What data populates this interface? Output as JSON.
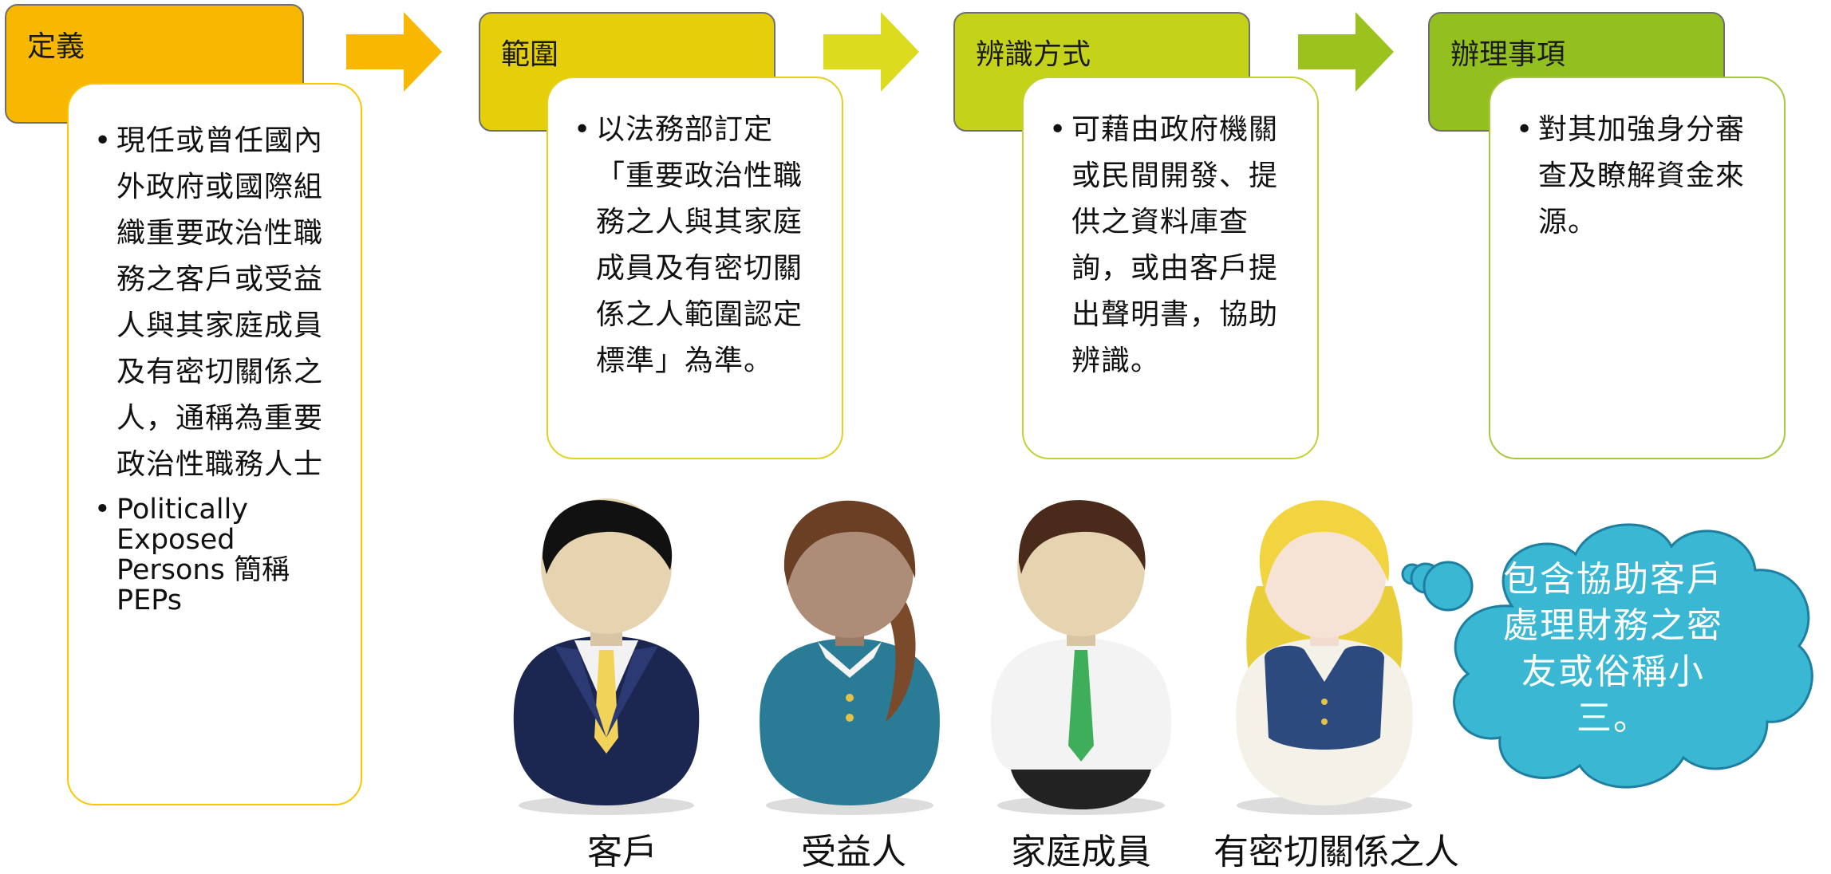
{
  "steps": [
    {
      "title": "定義",
      "color": "#F9B800",
      "border": "#F9C700",
      "bullets": [
        "現任或曾任國內外政府或國際組織重要政治性職務之客戶或受益人與其家庭成員及有密切關係之人，通稱為重要政治性職務人士",
        "Politically Exposed Persons 簡稱PEPs"
      ]
    },
    {
      "title": "範圍",
      "color": "#E5CF0A",
      "border": "#E2D21E",
      "bullets": [
        "以法務部訂定「重要政治性職務之人與其家庭成員及有密切關係之人範圍認定標準」為準。"
      ]
    },
    {
      "title": "辨識方式",
      "color": "#C5D21A",
      "border": "#C2D22E",
      "bullets": [
        "可藉由政府機關或民間開發、提供之資料庫查詢，或由客戶提出聲明書，協助辨識。"
      ]
    },
    {
      "title": "辦理事項",
      "color": "#93C01F",
      "border": "#A7C83C",
      "bullets": [
        "對其加強身分審查及瞭解資金來源。"
      ]
    }
  ],
  "arrow_colors": [
    "#F9B800",
    "#DCDB1E",
    "#9BC21D"
  ],
  "people": [
    {
      "label": "客戶",
      "icon": "client-person-icon"
    },
    {
      "label": "受益人",
      "icon": "beneficiary-person-icon"
    },
    {
      "label": "家庭成員",
      "icon": "family-member-person-icon"
    },
    {
      "label": "有密切關係之人",
      "icon": "close-associate-person-icon"
    }
  ],
  "thought_bubble": {
    "text": "包含協助客戶處理財務之密友或俗稱小三。",
    "color": "#3AB7D2"
  }
}
